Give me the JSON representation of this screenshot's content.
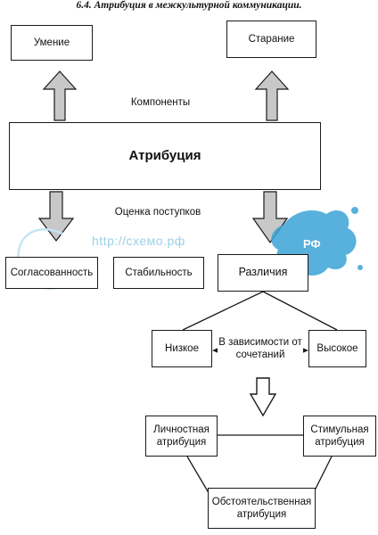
{
  "title": "6.4.  Атрибуция в межкультурной коммуникации.",
  "boxes": {
    "skill": "Умение",
    "effort": "Старание",
    "attribution": "Атрибуция",
    "consensus": "Согласованность",
    "stability": "Стабильность",
    "differences": "Различия",
    "low": "Низкое",
    "high": "Высокое",
    "personal": "Личностная атрибуция",
    "stimulus": "Стимульная атрибуция",
    "circumstantial": "Обстоятельственная атрибуция"
  },
  "labels": {
    "components": "Компоненты",
    "evaluation": "Оценка поступков",
    "depends": "В зависимости от сочетаний"
  },
  "watermark": {
    "url": "http://схемо.рф",
    "logo": "РФ"
  },
  "colors": {
    "arrow_fill": "#c8c8c8",
    "line": "#1a1a1a",
    "watermark": "#9ccfe6",
    "watermark_splash": "#3ba3d6"
  }
}
